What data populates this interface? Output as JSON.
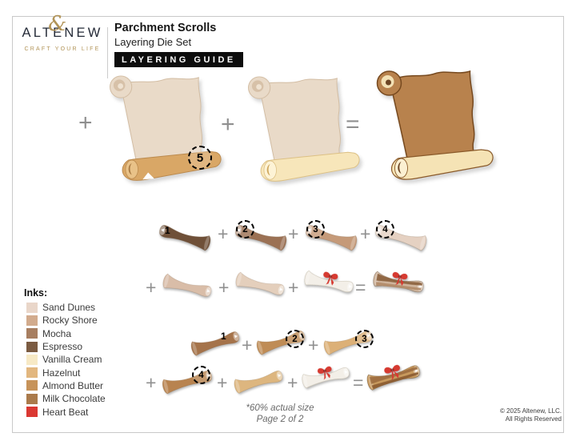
{
  "header": {
    "brand": {
      "pre": "ALT",
      "mid": "E",
      "post": "NEW",
      "ampersand": "&",
      "tagline": "CRAFT YOUR LIFE"
    },
    "title": "Parchment Scrolls",
    "subtitle": "Layering Die Set",
    "badge_label": "LAYERING GUIDE"
  },
  "operators": {
    "plus": "+",
    "equals": "="
  },
  "colors": {
    "brand_gold": "#b29458",
    "brand_ink": "#252b38",
    "ribbon_red": "#d63a31",
    "paper_white": "#f3efe8"
  },
  "hero": {
    "badge": "5",
    "scroll1": {
      "body": "#e9dac8",
      "roll": "#d9a766",
      "roll_inner": "#e9c288",
      "curl_mid": "#d7c1a8",
      "curl_core": "#efe2d1"
    },
    "scroll2": {
      "body": "#e9dac8",
      "roll": "#f7e6ba",
      "roll_inner": "#fdf3d6",
      "curl_mid": "#d7c1a8",
      "curl_core": "#efe2d1"
    },
    "scroll3": {
      "body": "#b8824d",
      "roll": "#f5e3b5",
      "roll_inner": "#fbf0d2",
      "curl_mid": "#f3e1b5",
      "curl_core": "#6b4423"
    }
  },
  "equation_a": {
    "row1": [
      {
        "num": "1",
        "dashed": false,
        "color": "#6f5038"
      },
      {
        "num": "2",
        "dashed": true,
        "color": "#9b7154"
      },
      {
        "num": "3",
        "dashed": true,
        "color": "#c59a79"
      },
      {
        "num": "4",
        "dashed": true,
        "color": "#e5d1c2"
      }
    ],
    "row2": {
      "piece1": {
        "color": "#d9bda8"
      },
      "piece2": {
        "color": "#e4cfbc"
      },
      "ribbon_piece": {
        "color": "#f3efe8"
      },
      "result": {
        "color": "#cfb49c",
        "band1": "#8a5f3c",
        "band2": "#b08a68"
      }
    }
  },
  "equation_b": {
    "row1": [
      {
        "num": "1",
        "dashed": false,
        "color": "#a5734a"
      },
      {
        "num": "2",
        "dashed": true,
        "color": "#bf8c56"
      },
      {
        "num": "3",
        "dashed": true,
        "color": "#dcb077"
      }
    ],
    "row2": {
      "piece4": {
        "num": "4",
        "dashed": true,
        "color": "#b8834f"
      },
      "piece5": {
        "color": "#ddb67f"
      },
      "ribbon_piece": {
        "color": "#f3efe8"
      },
      "result": {
        "color": "#c89a5e",
        "band1": "#9c6b3f",
        "band2": "#8a5a30"
      }
    }
  },
  "ink_legend": {
    "heading": "Inks:",
    "items": [
      {
        "label": "Sand Dunes",
        "color": "#e9d6c9"
      },
      {
        "label": "Rocky Shore",
        "color": "#d2ab8d"
      },
      {
        "label": "Mocha",
        "color": "#a77e60"
      },
      {
        "label": "Espresso",
        "color": "#7b5b41"
      },
      {
        "label": "Vanilla Cream",
        "color": "#f7e9c5"
      },
      {
        "label": "Hazelnut",
        "color": "#e2b77f"
      },
      {
        "label": "Almond Butter",
        "color": "#c7935a"
      },
      {
        "label": "Milk Chocolate",
        "color": "#aa7a4b"
      },
      {
        "label": "Heart Beat",
        "color": "#da3832"
      }
    ]
  },
  "footer": {
    "note": "*60% actual size",
    "page": "Page 2 of 2",
    "copyright1": "© 2025 Altenew, LLC.",
    "copyright2": "All Rights Reserved"
  }
}
